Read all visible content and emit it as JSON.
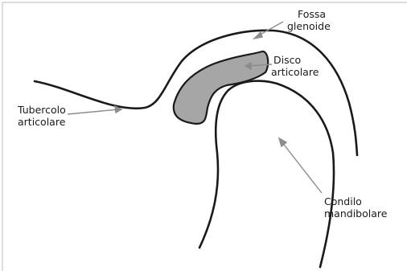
{
  "labels": {
    "fossa_glenoide": [
      "Fossa",
      "glenoide"
    ],
    "disco_articolare": [
      "Disco",
      "articolare"
    ],
    "tubercolo_articolare": [
      "Tubercolo",
      "articolare"
    ],
    "condilo_mandibolare": [
      "Condilo",
      "mandibolare"
    ]
  },
  "colors": {
    "stroke": "#1a1a1a",
    "disc_fill": "#a6a6a6",
    "frame": "#c8c8c8",
    "background": "#ffffff"
  }
}
